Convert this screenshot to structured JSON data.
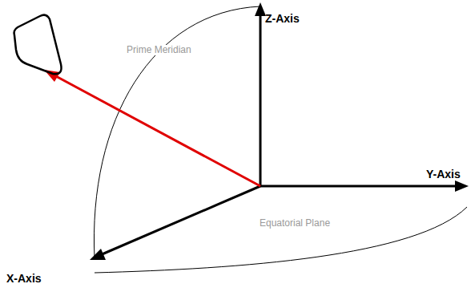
{
  "diagram": {
    "labels": [
      "Z-Axis",
      "Y-Axis",
      "X-Axis",
      "Prime Meridian",
      "Equatorial Plane"
    ]
  }
}
